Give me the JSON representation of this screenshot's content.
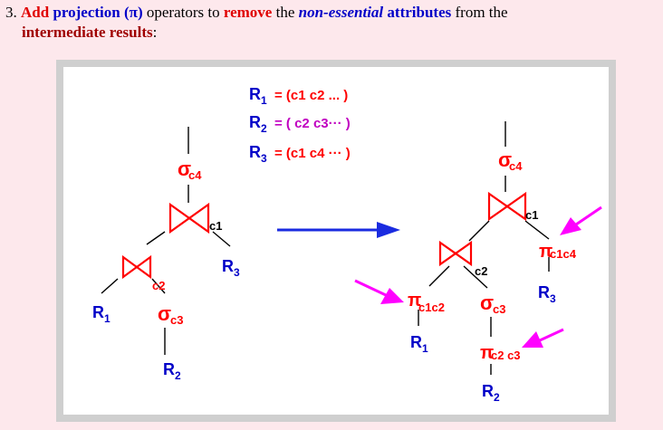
{
  "heading": {
    "num": "3.",
    "add": "Add",
    "projection": "projection",
    "pi_paren": "(π)",
    "operators_to": "operators to",
    "remove": "remove",
    "the": "the",
    "non_essential": "non-essential",
    "attributes": "attributes",
    "from_the": "from the",
    "intermediate": "intermediate results",
    "colon": ":"
  },
  "definitions": [
    {
      "rel": "R",
      "sub": "1",
      "attrs": "= (c1  c2 ... )",
      "color": "#ff0000"
    },
    {
      "rel": "R",
      "sub": "2",
      "attrs": "= ( c2  c3··· )",
      "color": "#c000c0"
    },
    {
      "rel": "R",
      "sub": "3",
      "attrs": "= (c1  c4  ··· )",
      "color": "#ff0000"
    }
  ],
  "left_tree": {
    "sigma_c4": "c4",
    "join_c1": "c1",
    "join_c2": "c2",
    "r1": "1",
    "r2": "2",
    "r3": "3",
    "sigma_c3": "c3"
  },
  "right_tree": {
    "sigma_c4": "c4",
    "join_c1": "c1",
    "join_c2": "c2",
    "proj_c1c4": "c1c4",
    "proj_c1c2": "c1c2",
    "sigma_c3": "c3",
    "proj_c2c3": "c2 c3",
    "r1": "1",
    "r2": "2",
    "r3": "3"
  },
  "glyphs": {
    "R": "R",
    "sigma": "σ",
    "pi": "π"
  },
  "colors": {
    "background": "#fde8ec",
    "panel_border": "#cfcfcf",
    "operator": "#ff0000",
    "relation": "#0000c8",
    "arrow_blue": "#1a2be0",
    "arrow_magenta": "#ff00ff"
  }
}
